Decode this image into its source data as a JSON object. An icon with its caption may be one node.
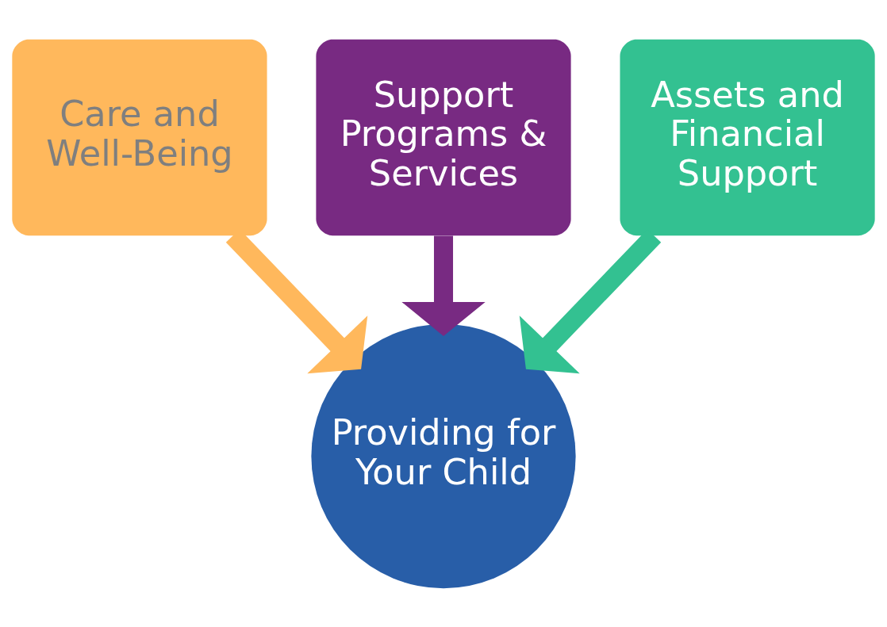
{
  "diagram": {
    "nodes": [
      {
        "text": [
          "Care and Well-Being"
        ]
      },
      {
        "text": [
          "Support Programs & Services"
        ]
      },
      {
        "text": [
          "Assets and Financial Support"
        ]
      },
      {
        "text": [
          "Providing for Your Child"
        ]
      }
    ],
    "edges": [
      {
        "from": 0,
        "to": 3,
        "arrow": "to",
        "color": "#ffb85c"
      },
      {
        "from": 1,
        "to": 3,
        "arrow": "to",
        "color": "#782a82"
      },
      {
        "from": 2,
        "to": 3,
        "arrow": "to",
        "color": "#33c191"
      }
    ]
  }
}
